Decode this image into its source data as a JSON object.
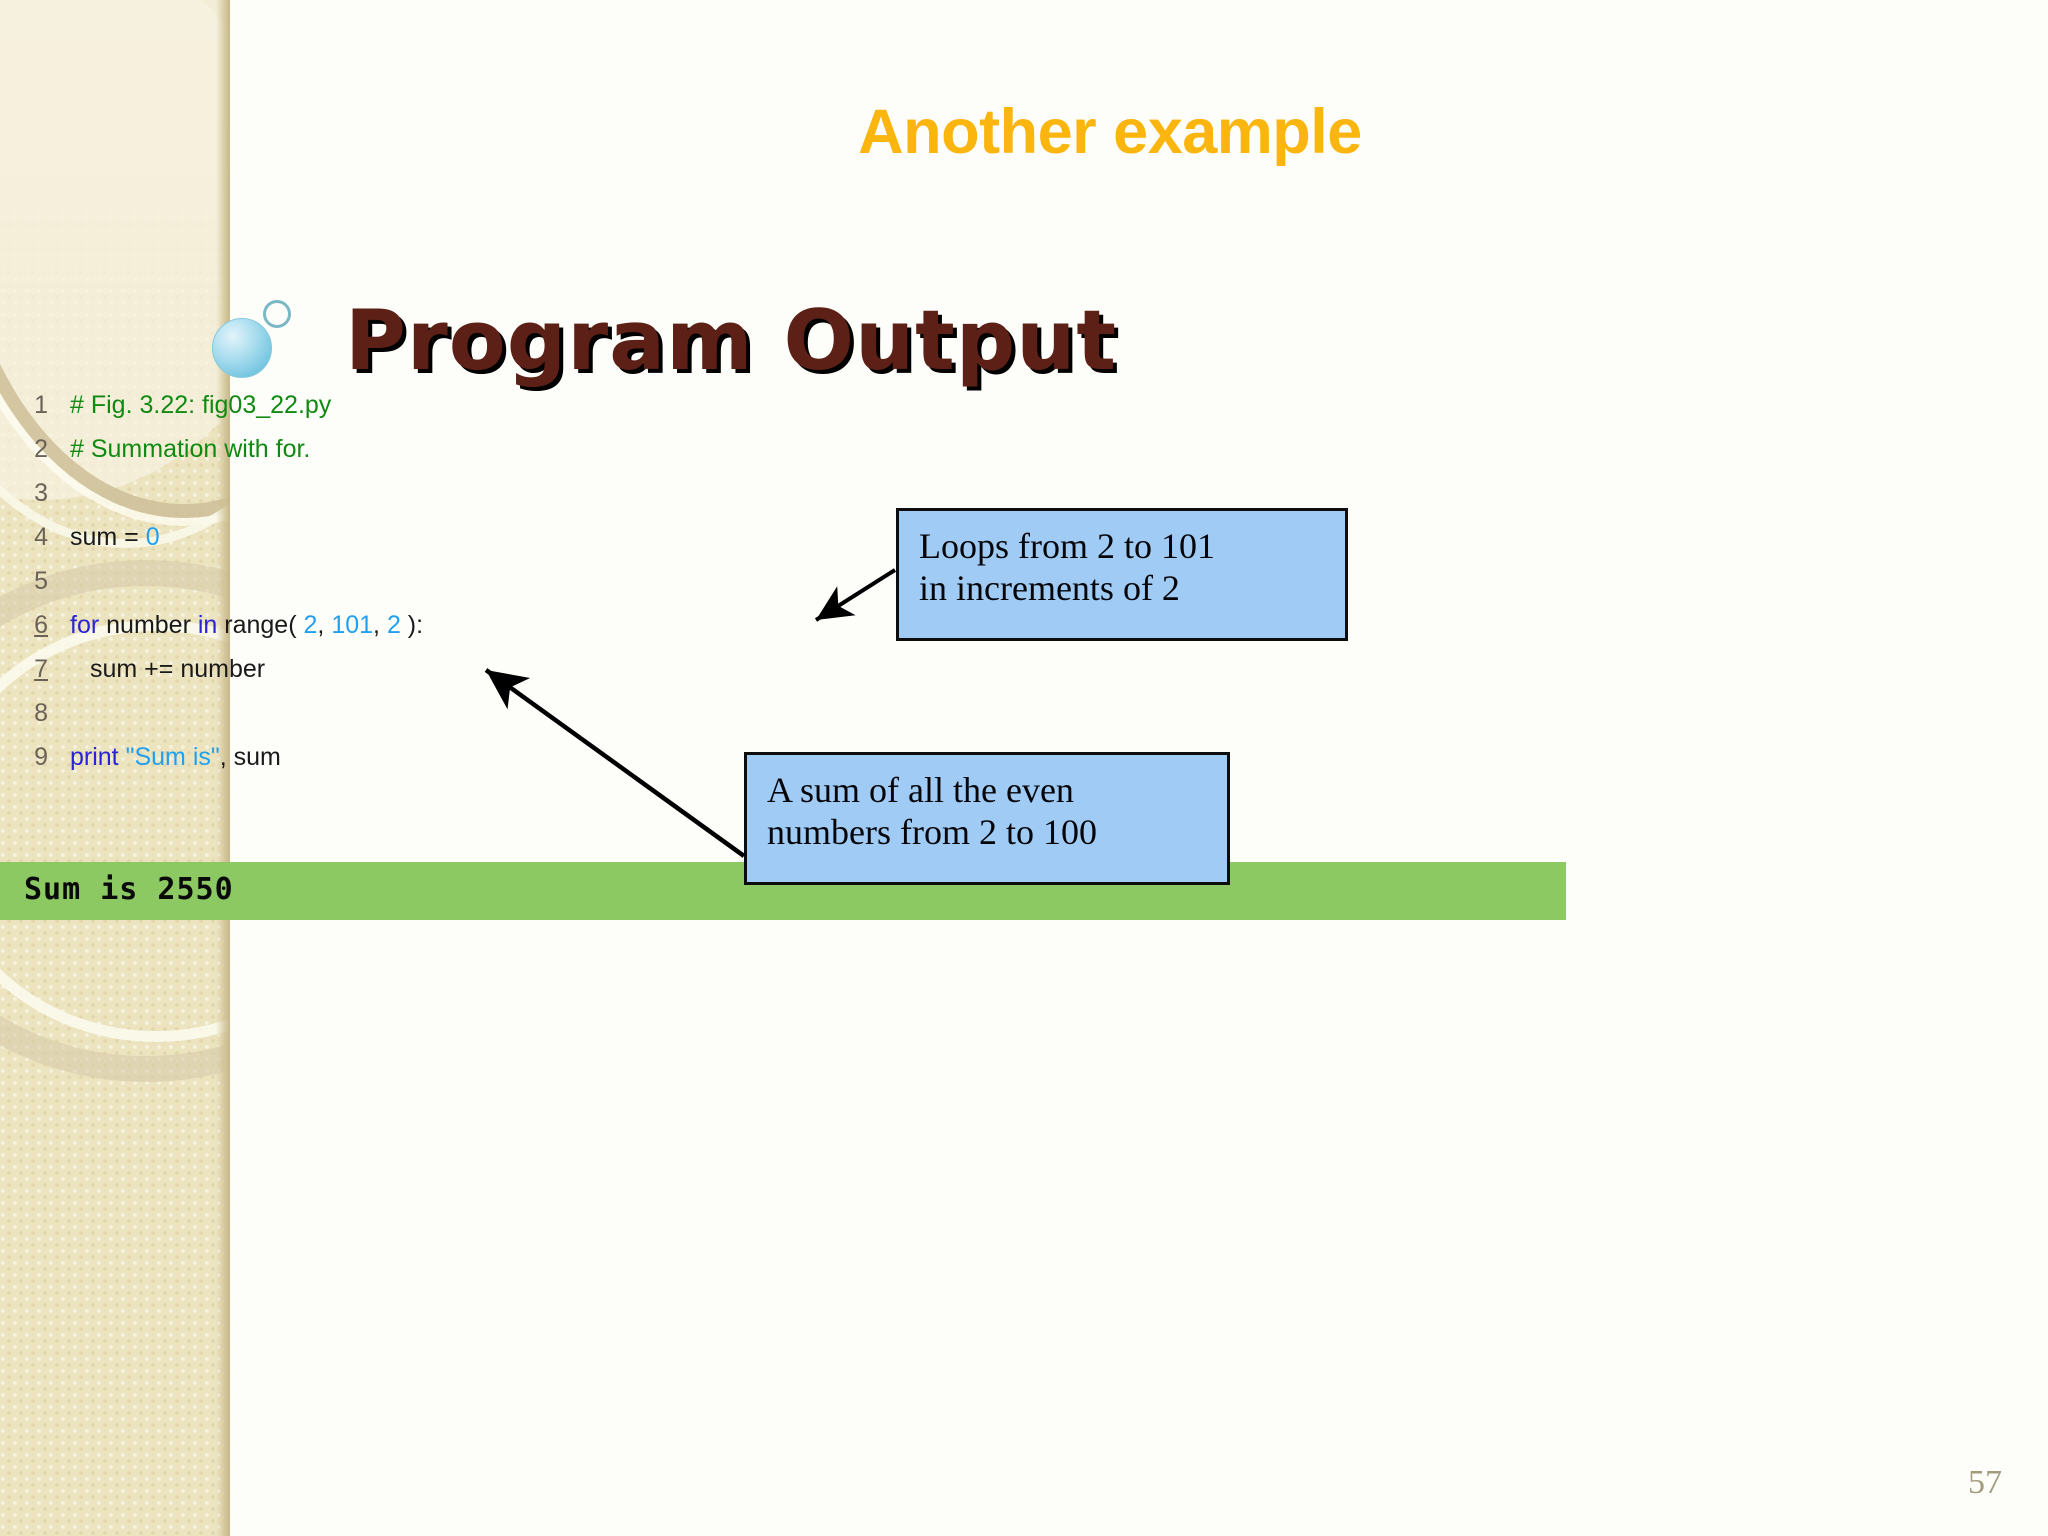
{
  "slide": {
    "title": "Another example",
    "section_heading": "Program Output",
    "page_number": "57"
  },
  "colors": {
    "title": "#FAB50F",
    "section_heading": "#5C2016",
    "sidebar": "#ECE3BF",
    "callout_fill": "#9FCBF5",
    "callout_border": "#0D0D0D",
    "output_bar": "#8CC963",
    "comment_green": "#118A11",
    "keyword_blue": "#2B23D8",
    "literal_blue": "#22A0F0",
    "page_number": "#A39C7C"
  },
  "code_listing": {
    "lines": [
      {
        "n": "1",
        "underlined": false,
        "text": "# Fig. 3.22: fig03_22.py"
      },
      {
        "n": "2",
        "underlined": false,
        "text": "# Summation with for."
      },
      {
        "n": "3",
        "underlined": false,
        "text": ""
      },
      {
        "n": "4",
        "underlined": false,
        "text": "sum = 0"
      },
      {
        "n": "5",
        "underlined": false,
        "text": ""
      },
      {
        "n": "6",
        "underlined": true,
        "text": "for number in range( 2, 101, 2 ):"
      },
      {
        "n": "7",
        "underlined": true,
        "text": "    sum += number"
      },
      {
        "n": "8",
        "underlined": false,
        "text": ""
      },
      {
        "n": "9",
        "underlined": false,
        "text": "print \"Sum is\", sum"
      }
    ]
  },
  "output": {
    "text": "Sum is 2550"
  },
  "callouts": [
    {
      "id": "loops",
      "line1": "Loops from 2 to 101",
      "line2": "in increments of 2",
      "points_to_code_line": "6"
    },
    {
      "id": "sum",
      "line1": "A sum of all the even",
      "line2": "numbers from 2 to 100",
      "points_to_code_line": "7"
    }
  ],
  "icons": {
    "bubble_large": "water-droplet-icon",
    "bubble_small": "circle-outline-icon"
  }
}
